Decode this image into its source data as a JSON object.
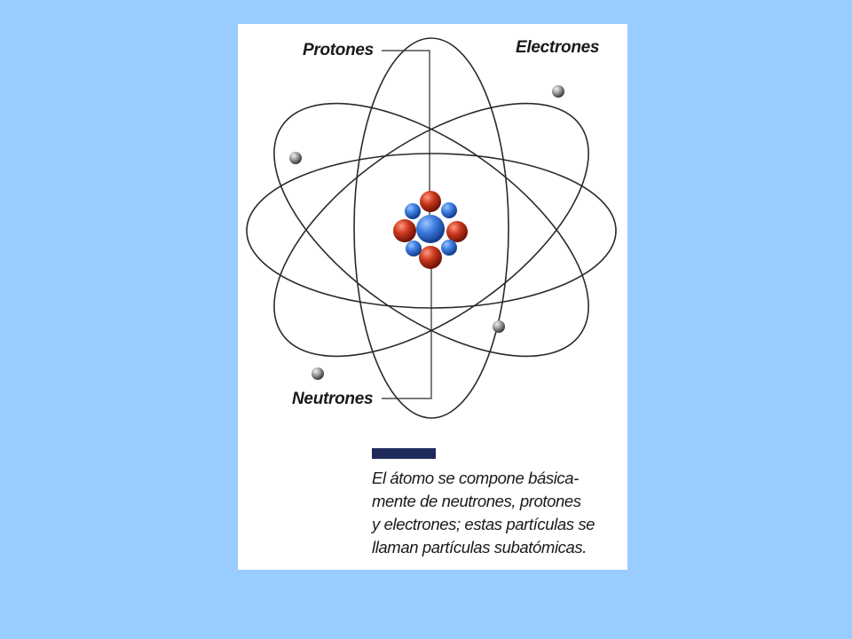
{
  "labels": {
    "protones": "Protones",
    "electrones": "Electrones",
    "neutrones": "Neutrones"
  },
  "caption": {
    "lines": [
      "El átomo se compone básica-",
      "mente de neutrones, protones",
      "y electrones; estas partículas se",
      "llaman partículas subatómicas."
    ]
  },
  "colors": {
    "background": "#99CCFF",
    "panel": "#FFFFFF",
    "proton": "#C8321E",
    "neutron": "#2E6FD6",
    "electron": "#8C8C8C",
    "orbit": "#2A2A2A",
    "caption_bar": "#1E2A5A"
  }
}
